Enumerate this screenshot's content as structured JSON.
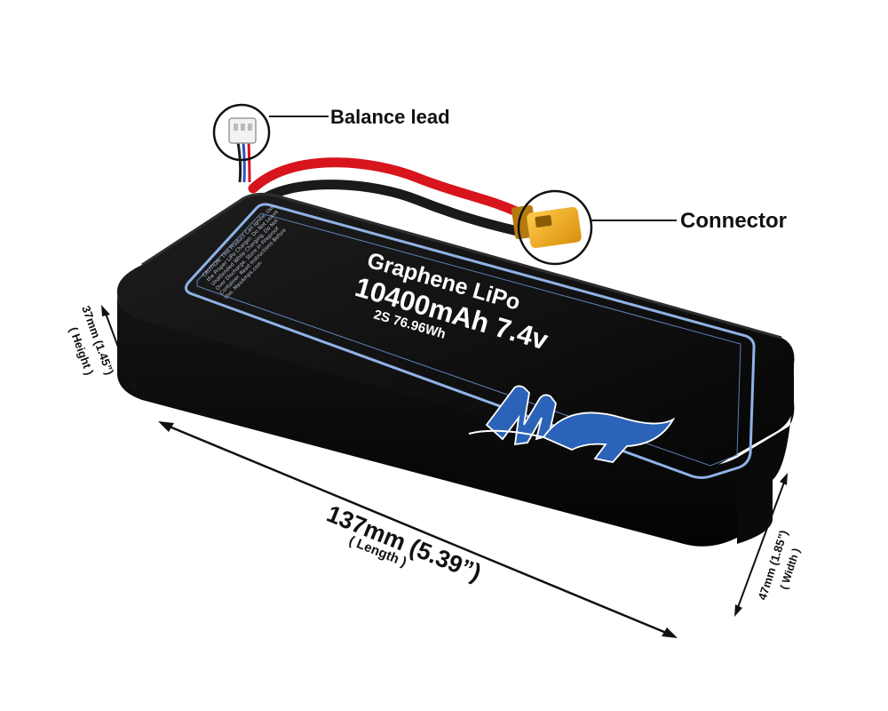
{
  "callouts": {
    "balance_lead": "Balance lead",
    "connector": "Connector"
  },
  "label": {
    "line1": "Graphene LiPo",
    "line2": "10400mAh 7.4v",
    "line3": "2S 76.96Wh",
    "warning_lines": [
      "CAUTION: This Product Can Ignite. Use",
      "the Proper LiPo Charger. Do Not Leave",
      "Unattended While Charging. Do Not",
      "Over Discharge. Store in Fireproof",
      "Container. Read Instructions Before",
      "Use. MaxAmps.com"
    ]
  },
  "dimensions": {
    "length": "137mm (5.39”)",
    "length_sub": "( Length )",
    "height": "37mm (1.45”)",
    "height_sub": "( Height )",
    "width": "47mm (1.85”)",
    "width_sub": "( Width )"
  },
  "colors": {
    "battery_body": "#0b0b0b",
    "label_border": "#8fb3e6",
    "logo_blue": "#2a63b8",
    "wire_red": "#d8141c",
    "connector_yellow": "#f2a81d"
  },
  "icons": {
    "logo": "maxamps-logo-icon"
  }
}
